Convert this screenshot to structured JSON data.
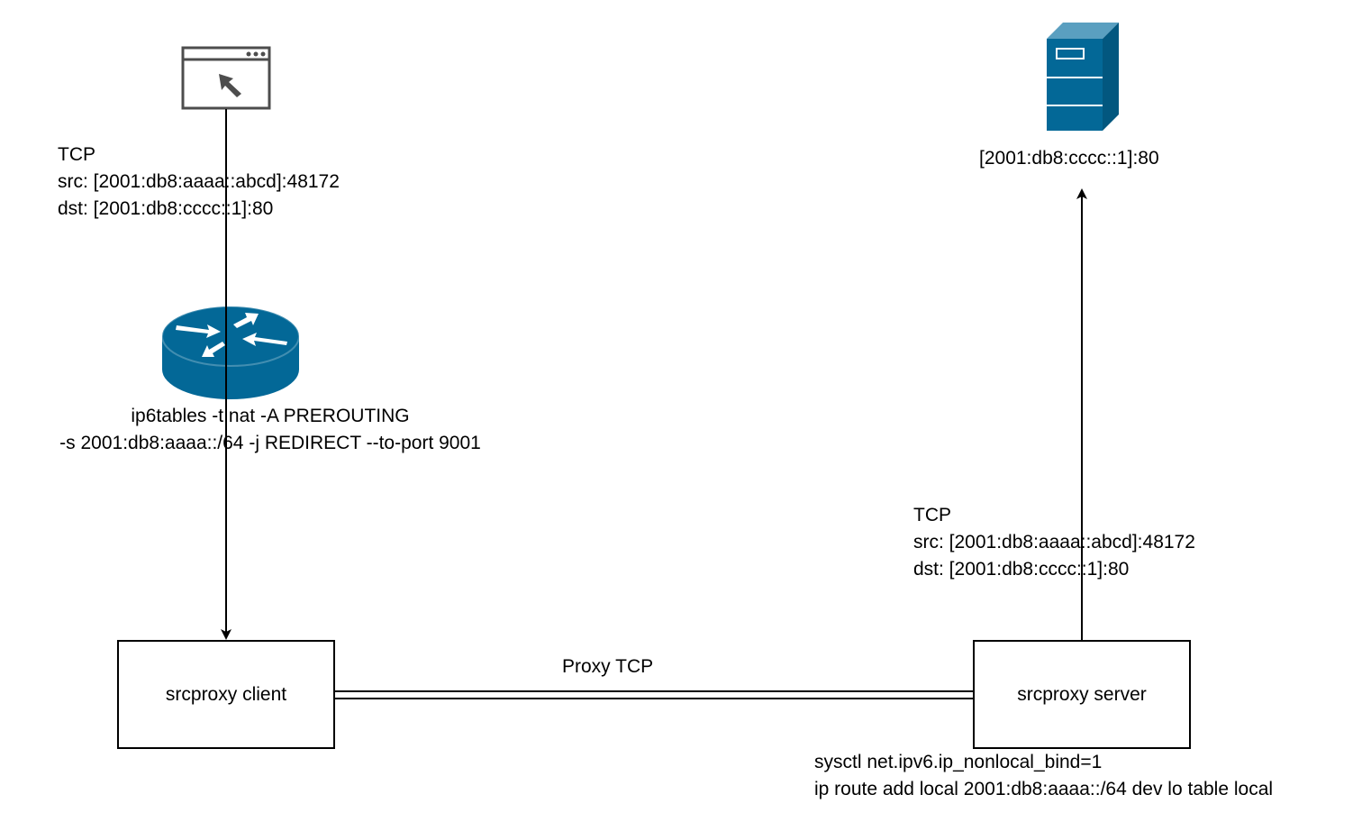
{
  "nodes": {
    "client_label": "srcproxy client",
    "server_label": "srcproxy server"
  },
  "labels": {
    "client_packet": {
      "line1": "TCP",
      "line2": "src: [2001:db8:aaaa::abcd]:48172",
      "line3": "dst: [2001:db8:cccc::1]:80"
    },
    "server_packet": {
      "line1": "TCP",
      "line2": "src: [2001:db8:aaaa::abcd]:48172",
      "line3": "dst: [2001:db8:cccc::1]:80"
    },
    "router_rule": {
      "line1": "ip6tables -t nat -A PREROUTING",
      "line2": "-s 2001:db8:aaaa::/64 -j REDIRECT --to-port 9001"
    },
    "server_address": "[2001:db8:cccc::1]:80",
    "proxy_link": "Proxy TCP",
    "server_config": {
      "line1": "sysctl net.ipv6.ip_nonlocal_bind=1",
      "line2": "ip route add local 2001:db8:aaaa::/64 dev lo table local"
    }
  },
  "icons": {
    "browser": "browser-window-icon",
    "router": "router-icon",
    "server": "server-tower-icon"
  },
  "colors": {
    "cisco_blue": "#036897",
    "browser_gray": "#4d4d4d"
  }
}
